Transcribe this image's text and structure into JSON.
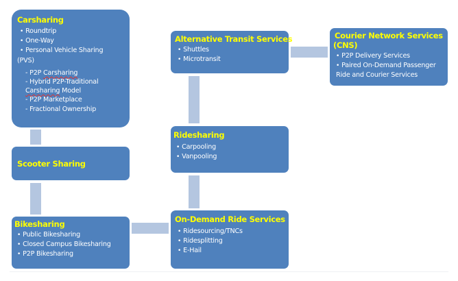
{
  "diagram": {
    "colors": {
      "box_fill": "#4f81bd",
      "title_text": "#ffff00",
      "item_text": "#ffffff",
      "connector": "#b4c6e0"
    },
    "boxes": {
      "carsharing": {
        "title": "Carsharing",
        "items": {
          "roundtrip": "Roundtrip",
          "one_way": "One-Way",
          "pvs_line1": "Personal Vehicle Sharing",
          "pvs_line2": "(PVS)",
          "sub_p2p_prefix": "- P2P ",
          "sub_p2p_word": "Carsharing",
          "sub_hybrid_line1": "- Hybrid P2P-Traditional",
          "sub_hybrid_word": "Carsharing",
          "sub_hybrid_rest": " Model",
          "sub_marketplace": "- P2P Marketplace",
          "sub_fractional": "- Fractional Ownership"
        }
      },
      "scooter_sharing": {
        "title": "Scooter Sharing"
      },
      "bikesharing": {
        "title": "Bikesharing",
        "items": [
          "Public Bikesharing",
          "Closed Campus Bikesharing",
          "P2P Bikesharing"
        ]
      },
      "alternative_transit": {
        "title": "Alternative Transit Services",
        "items": [
          "Shuttles",
          "Microtransit"
        ]
      },
      "courier_network": {
        "title_line1": "Courier Network Services",
        "title_line2": "(CNS)",
        "items": {
          "delivery": "P2P Delivery Services",
          "paired_line1": "Paired On-Demand Passenger",
          "paired_line2": "Ride and Courier Services"
        }
      },
      "ridesharing": {
        "title": "Ridesharing",
        "items": [
          "Carpooling",
          "Vanpooling"
        ]
      },
      "on_demand_ride": {
        "title": "On-Demand Ride Services",
        "items": [
          "Ridesourcing/TNCs",
          "Ridesplitting",
          "E-Hail"
        ]
      }
    },
    "connections": [
      [
        "carsharing",
        "scooter_sharing"
      ],
      [
        "scooter_sharing",
        "bikesharing"
      ],
      [
        "bikesharing",
        "on_demand_ride"
      ],
      [
        "on_demand_ride",
        "ridesharing"
      ],
      [
        "ridesharing",
        "alternative_transit"
      ],
      [
        "alternative_transit",
        "courier_network"
      ]
    ]
  }
}
